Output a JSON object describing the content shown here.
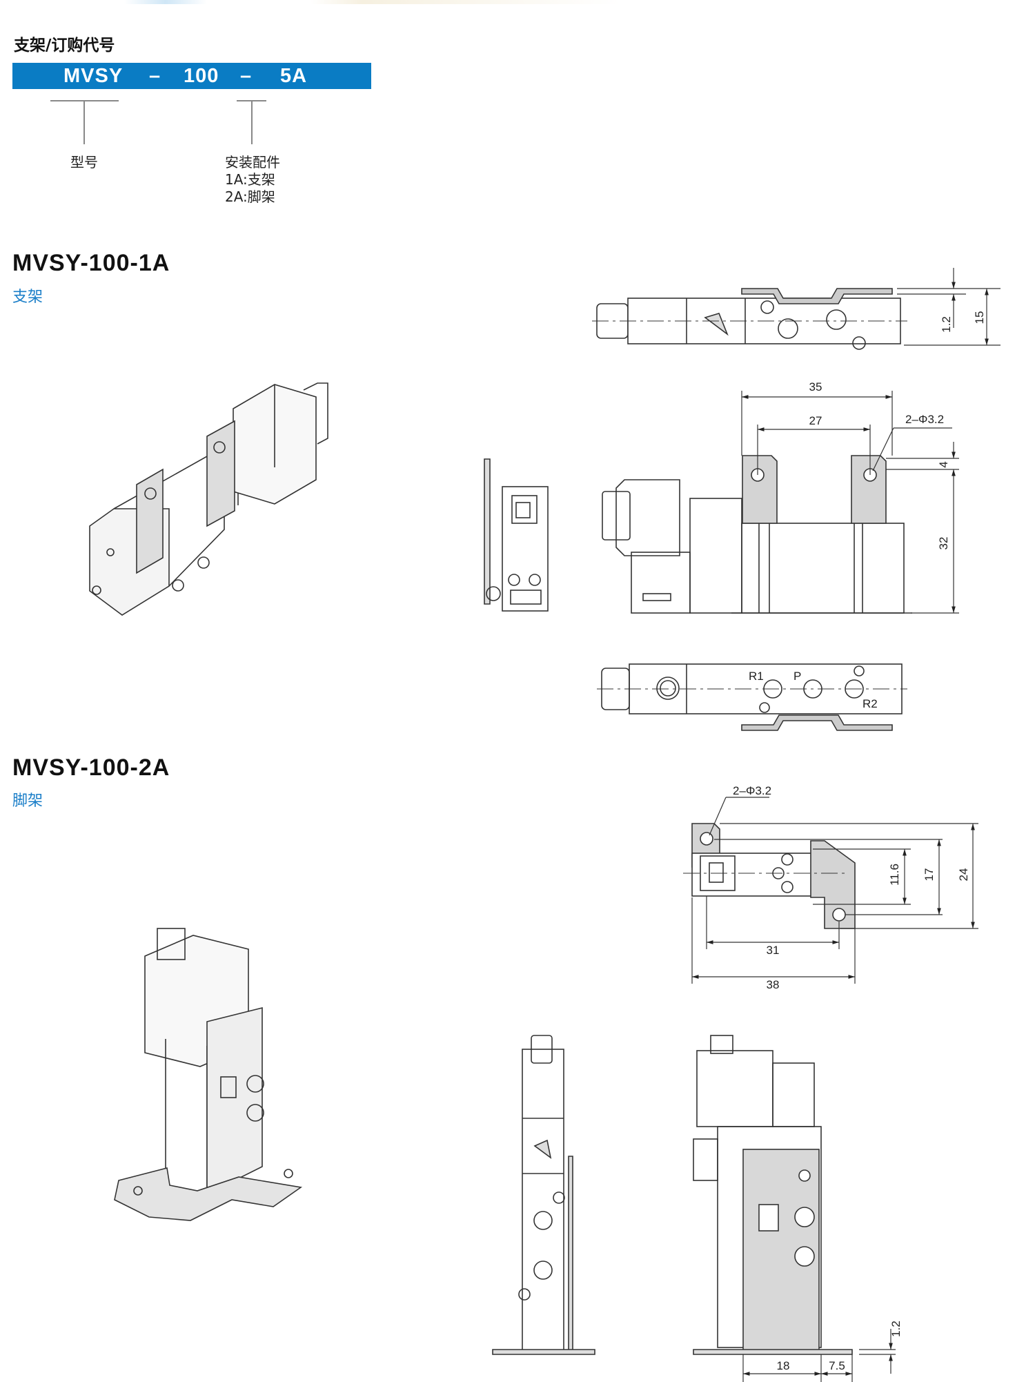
{
  "order_section": {
    "title": "支架/订购代号",
    "code": {
      "series": "MVSY",
      "dash1": "–",
      "size": "100",
      "dash2": "–",
      "option": "5A"
    },
    "labels": {
      "model": "型号",
      "accessory_title": "安装配件",
      "accessory_1a": "1A:支架",
      "accessory_2a": "2A:脚架"
    },
    "bar_color": "#0a7cc4"
  },
  "products": [
    {
      "model": "MVSY-100-1A",
      "subtitle": "支架",
      "dimensions": {
        "d1": "1.2",
        "d2": "15",
        "d3": "35",
        "d4": "27",
        "hole": "2–Φ3.2",
        "d5": "4",
        "d6": "32"
      },
      "ports": {
        "r1": "R1",
        "p": "P",
        "r2": "R2"
      }
    },
    {
      "model": "MVSY-100-2A",
      "subtitle": "脚架",
      "dimensions": {
        "hole": "2–Φ3.2",
        "d1": "11.6",
        "d2": "17",
        "d3": "24",
        "d4": "31",
        "d5": "38",
        "d6": "1.2",
        "d7": "18",
        "d8": "7.5"
      }
    }
  ],
  "accent_color": "#1a7ec8"
}
